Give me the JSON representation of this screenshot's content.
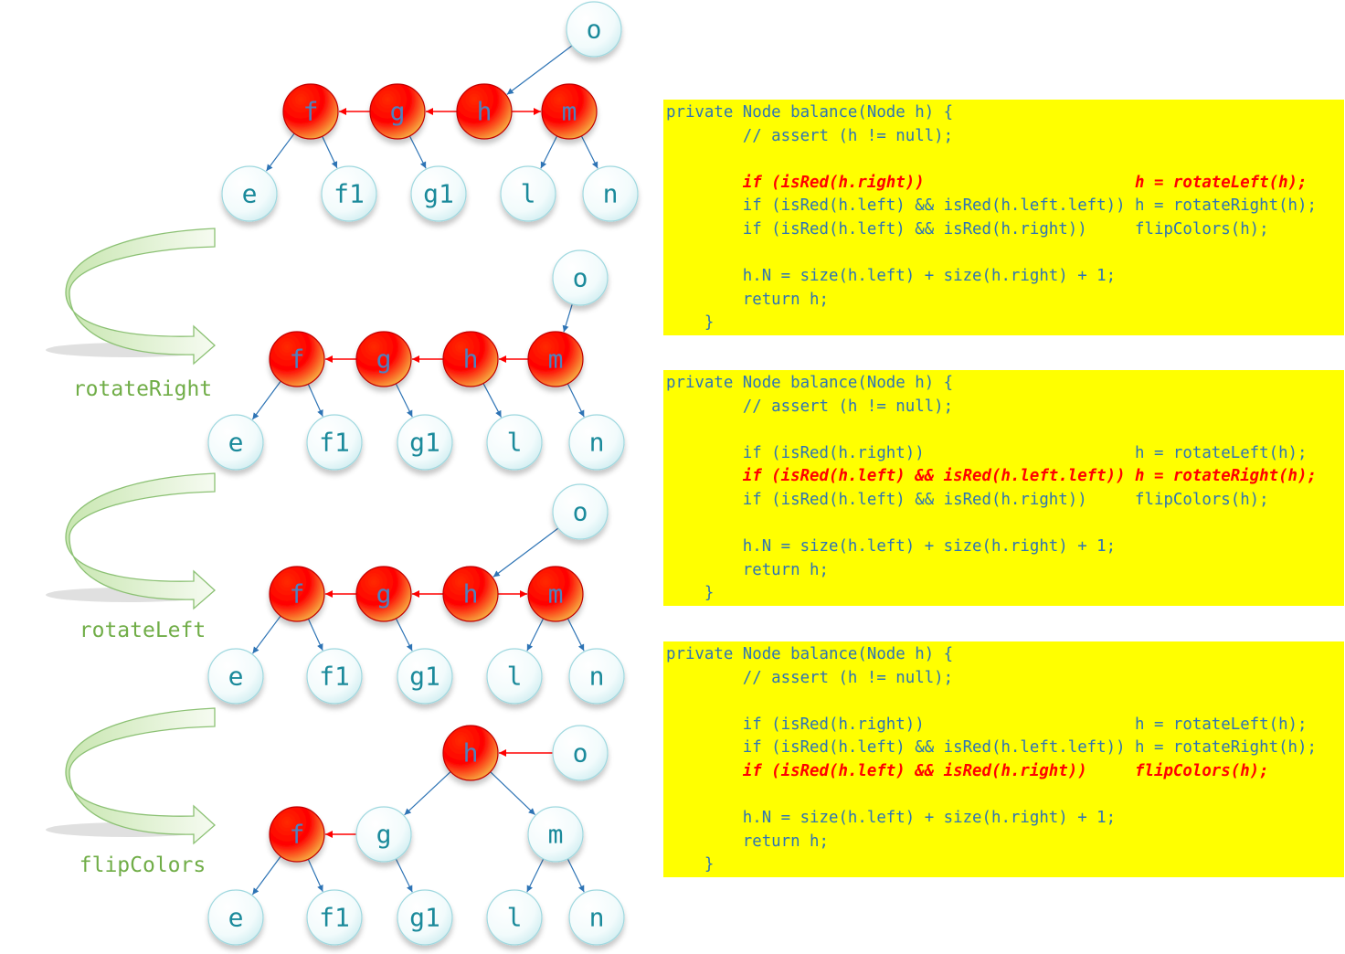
{
  "colors": {
    "red_node": "#ff0000",
    "plain_node": "#e8f7f8",
    "edge_black": "#2e74b5",
    "edge_red": "#ff0000",
    "code_bg": "#ffff00",
    "code_text": "#2e74b5",
    "code_highlight": "#ff0000",
    "step_label": "#70ad47"
  },
  "steps": [
    {
      "label": "rotateRight"
    },
    {
      "label": "rotateLeft"
    },
    {
      "label": "flipColors"
    }
  ],
  "trees": [
    {
      "nodes": [
        {
          "id": "o",
          "label": "o",
          "red": false
        },
        {
          "id": "f",
          "label": "f",
          "red": true
        },
        {
          "id": "g",
          "label": "g",
          "red": true
        },
        {
          "id": "h",
          "label": "h",
          "red": true
        },
        {
          "id": "m",
          "label": "m",
          "red": true
        },
        {
          "id": "e",
          "label": "e",
          "red": false
        },
        {
          "id": "f1",
          "label": "f1",
          "red": false
        },
        {
          "id": "g1",
          "label": "g1",
          "red": false
        },
        {
          "id": "l",
          "label": "l",
          "red": false
        },
        {
          "id": "n",
          "label": "n",
          "red": false
        }
      ],
      "edges": [
        {
          "from": "o",
          "to": "h",
          "red": false
        },
        {
          "from": "g",
          "to": "f",
          "red": true
        },
        {
          "from": "h",
          "to": "g",
          "red": true
        },
        {
          "from": "h",
          "to": "m",
          "red": true
        },
        {
          "from": "f",
          "to": "e",
          "red": false
        },
        {
          "from": "f",
          "to": "f1",
          "red": false
        },
        {
          "from": "g",
          "to": "g1",
          "red": false
        },
        {
          "from": "m",
          "to": "l",
          "red": false
        },
        {
          "from": "m",
          "to": "n",
          "red": false
        }
      ]
    },
    {
      "nodes": [
        {
          "id": "o",
          "label": "o",
          "red": false
        },
        {
          "id": "f",
          "label": "f",
          "red": true
        },
        {
          "id": "g",
          "label": "g",
          "red": true
        },
        {
          "id": "h",
          "label": "h",
          "red": true
        },
        {
          "id": "m",
          "label": "m",
          "red": true
        },
        {
          "id": "e",
          "label": "e",
          "red": false
        },
        {
          "id": "f1",
          "label": "f1",
          "red": false
        },
        {
          "id": "g1",
          "label": "g1",
          "red": false
        },
        {
          "id": "l",
          "label": "l",
          "red": false
        },
        {
          "id": "n",
          "label": "n",
          "red": false
        }
      ],
      "edges": [
        {
          "from": "o",
          "to": "m",
          "red": false
        },
        {
          "from": "g",
          "to": "f",
          "red": true
        },
        {
          "from": "h",
          "to": "g",
          "red": true
        },
        {
          "from": "m",
          "to": "h",
          "red": true
        },
        {
          "from": "f",
          "to": "e",
          "red": false
        },
        {
          "from": "f",
          "to": "f1",
          "red": false
        },
        {
          "from": "g",
          "to": "g1",
          "red": false
        },
        {
          "from": "h",
          "to": "l",
          "red": false
        },
        {
          "from": "m",
          "to": "n",
          "red": false
        }
      ]
    },
    {
      "nodes": [
        {
          "id": "o",
          "label": "o",
          "red": false
        },
        {
          "id": "f",
          "label": "f",
          "red": true
        },
        {
          "id": "g",
          "label": "g",
          "red": true
        },
        {
          "id": "h",
          "label": "h",
          "red": true
        },
        {
          "id": "m",
          "label": "m",
          "red": true
        },
        {
          "id": "e",
          "label": "e",
          "red": false
        },
        {
          "id": "f1",
          "label": "f1",
          "red": false
        },
        {
          "id": "g1",
          "label": "g1",
          "red": false
        },
        {
          "id": "l",
          "label": "l",
          "red": false
        },
        {
          "id": "n",
          "label": "n",
          "red": false
        }
      ],
      "edges": [
        {
          "from": "o",
          "to": "h",
          "red": false
        },
        {
          "from": "g",
          "to": "f",
          "red": true
        },
        {
          "from": "h",
          "to": "g",
          "red": true
        },
        {
          "from": "h",
          "to": "m",
          "red": true
        },
        {
          "from": "f",
          "to": "e",
          "red": false
        },
        {
          "from": "f",
          "to": "f1",
          "red": false
        },
        {
          "from": "g",
          "to": "g1",
          "red": false
        },
        {
          "from": "m",
          "to": "l",
          "red": false
        },
        {
          "from": "m",
          "to": "n",
          "red": false
        }
      ]
    },
    {
      "nodes": [
        {
          "id": "h",
          "label": "h",
          "red": true
        },
        {
          "id": "o",
          "label": "o",
          "red": false
        },
        {
          "id": "f",
          "label": "f",
          "red": true
        },
        {
          "id": "g",
          "label": "g",
          "red": false
        },
        {
          "id": "m",
          "label": "m",
          "red": false
        },
        {
          "id": "e",
          "label": "e",
          "red": false
        },
        {
          "id": "f1",
          "label": "f1",
          "red": false
        },
        {
          "id": "g1",
          "label": "g1",
          "red": false
        },
        {
          "id": "l",
          "label": "l",
          "red": false
        },
        {
          "id": "n",
          "label": "n",
          "red": false
        }
      ],
      "edges": [
        {
          "from": "o",
          "to": "h",
          "red": true
        },
        {
          "from": "h",
          "to": "g",
          "red": false
        },
        {
          "from": "h",
          "to": "m",
          "red": false
        },
        {
          "from": "g",
          "to": "f",
          "red": true
        },
        {
          "from": "f",
          "to": "e",
          "red": false
        },
        {
          "from": "f",
          "to": "f1",
          "red": false
        },
        {
          "from": "g",
          "to": "g1",
          "red": false
        },
        {
          "from": "m",
          "to": "l",
          "red": false
        },
        {
          "from": "m",
          "to": "n",
          "red": false
        }
      ]
    }
  ],
  "code_blocks": [
    {
      "lines": [
        {
          "text": "private Node balance(Node h) {",
          "hl": false
        },
        {
          "text": "        // assert (h != null);",
          "hl": false
        },
        {
          "text": "",
          "hl": false
        },
        {
          "text": "        if (isRed(h.right))                      h = rotateLeft(h);",
          "hl": true
        },
        {
          "text": "        if (isRed(h.left) && isRed(h.left.left)) h = rotateRight(h);",
          "hl": false
        },
        {
          "text": "        if (isRed(h.left) && isRed(h.right))     flipColors(h);",
          "hl": false
        },
        {
          "text": "",
          "hl": false
        },
        {
          "text": "        h.N = size(h.left) + size(h.right) + 1;",
          "hl": false
        },
        {
          "text": "        return h;",
          "hl": false
        },
        {
          "text": "    }",
          "hl": false
        }
      ]
    },
    {
      "lines": [
        {
          "text": "private Node balance(Node h) {",
          "hl": false
        },
        {
          "text": "        // assert (h != null);",
          "hl": false
        },
        {
          "text": "",
          "hl": false
        },
        {
          "text": "        if (isRed(h.right))                      h = rotateLeft(h);",
          "hl": false
        },
        {
          "text": "        if (isRed(h.left) && isRed(h.left.left)) h = rotateRight(h);",
          "hl": true
        },
        {
          "text": "        if (isRed(h.left) && isRed(h.right))     flipColors(h);",
          "hl": false
        },
        {
          "text": "",
          "hl": false
        },
        {
          "text": "        h.N = size(h.left) + size(h.right) + 1;",
          "hl": false
        },
        {
          "text": "        return h;",
          "hl": false
        },
        {
          "text": "    }",
          "hl": false
        }
      ]
    },
    {
      "lines": [
        {
          "text": "private Node balance(Node h) {",
          "hl": false
        },
        {
          "text": "        // assert (h != null);",
          "hl": false
        },
        {
          "text": "",
          "hl": false
        },
        {
          "text": "        if (isRed(h.right))                      h = rotateLeft(h);",
          "hl": false
        },
        {
          "text": "        if (isRed(h.left) && isRed(h.left.left)) h = rotateRight(h);",
          "hl": false
        },
        {
          "text": "        if (isRed(h.left) && isRed(h.right))     flipColors(h);",
          "hl": true
        },
        {
          "text": "",
          "hl": false
        },
        {
          "text": "        h.N = size(h.left) + size(h.right) + 1;",
          "hl": false
        },
        {
          "text": "        return h;",
          "hl": false
        },
        {
          "text": "    }",
          "hl": false
        }
      ]
    }
  ]
}
